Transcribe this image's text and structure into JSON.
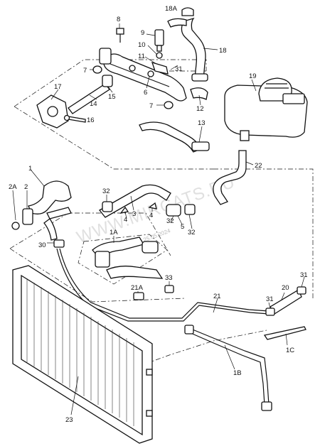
{
  "diagram": {
    "callouts": [
      "8",
      "18A",
      "9",
      "10",
      "11",
      "31",
      "18",
      "7",
      "6",
      "19",
      "17",
      "15",
      "14",
      "16",
      "7",
      "12",
      "13",
      "22",
      "1",
      "2A",
      "2",
      "32",
      "3",
      "4",
      "4",
      "32",
      "5",
      "32",
      "1A",
      "30",
      "33",
      "21A",
      "21",
      "20",
      "31",
      "31",
      "1C",
      "1B",
      "23"
    ],
    "watermark": "WWW.MIRCATS.RU",
    "watermark_date": "25.05.2024"
  }
}
